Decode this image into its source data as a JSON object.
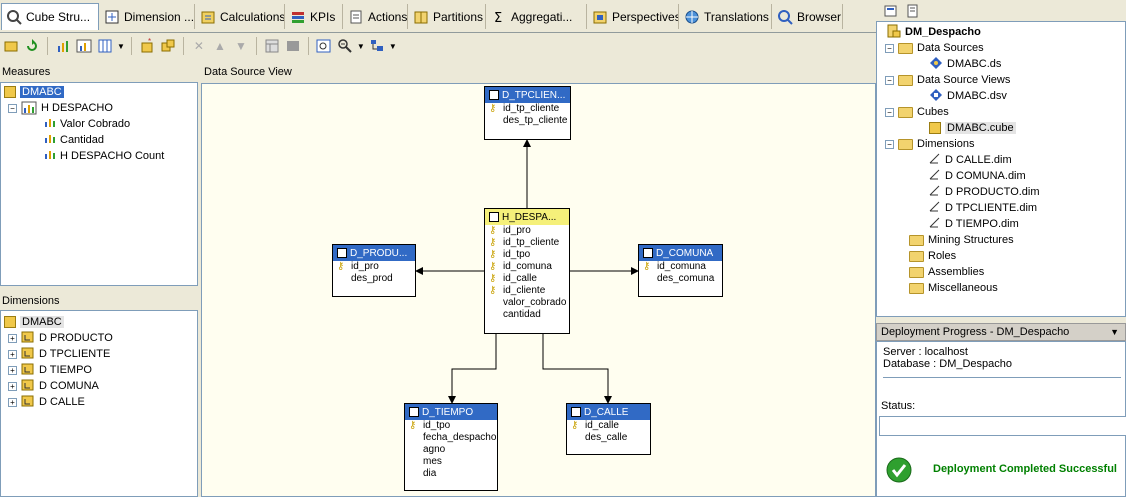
{
  "tabs": [
    {
      "label": "Cube Stru...",
      "icon": "cube-structure-icon"
    },
    {
      "label": "Dimension ...",
      "icon": "dimension-usage-icon"
    },
    {
      "label": "Calculations",
      "icon": "calculations-icon"
    },
    {
      "label": "KPIs",
      "icon": "kpis-icon"
    },
    {
      "label": "Actions",
      "icon": "actions-icon"
    },
    {
      "label": "Partitions",
      "icon": "partitions-icon"
    },
    {
      "label": "Aggregati...",
      "icon": "aggregations-icon"
    },
    {
      "label": "Perspectives",
      "icon": "perspectives-icon"
    },
    {
      "label": "Translations",
      "icon": "translations-icon"
    },
    {
      "label": "Browser",
      "icon": "browser-icon"
    }
  ],
  "measures": {
    "title": "Measures",
    "cube": "DMABC",
    "group": "H DESPACHO",
    "items": [
      "Valor Cobrado",
      "Cantidad",
      "H DESPACHO Count"
    ]
  },
  "dimensions": {
    "title": "Dimensions",
    "cube": "DMABC",
    "items": [
      "D PRODUCTO",
      "D TPCLIENTE",
      "D TIEMPO",
      "D COMUNA",
      "D CALLE"
    ]
  },
  "dsv": {
    "title": "Data Source View",
    "tables": {
      "tpcliente": {
        "name": "D_TPCLIEN...",
        "columns": [
          {
            "name": "id_tp_cliente",
            "key": true
          },
          {
            "name": "des_tp_cliente",
            "key": false
          }
        ]
      },
      "fact": {
        "name": "H_DESPA...",
        "columns": [
          {
            "name": "id_pro",
            "key": true
          },
          {
            "name": "id_tp_cliente",
            "key": true
          },
          {
            "name": "id_tpo",
            "key": true
          },
          {
            "name": "id_comuna",
            "key": true
          },
          {
            "name": "id_calle",
            "key": true
          },
          {
            "name": "id_cliente",
            "key": true
          },
          {
            "name": "valor_cobrado",
            "key": false
          },
          {
            "name": "cantidad",
            "key": false
          }
        ]
      },
      "producto": {
        "name": "D_PRODU...",
        "columns": [
          {
            "name": "id_pro",
            "key": true
          },
          {
            "name": "des_prod",
            "key": false
          }
        ]
      },
      "comuna": {
        "name": "D_COMUNA",
        "columns": [
          {
            "name": "id_comuna",
            "key": true
          },
          {
            "name": "des_comuna",
            "key": false
          }
        ]
      },
      "tiempo": {
        "name": "D_TIEMPO",
        "columns": [
          {
            "name": "id_tpo",
            "key": true
          },
          {
            "name": "fecha_despacho",
            "key": false
          },
          {
            "name": "agno",
            "key": false
          },
          {
            "name": "mes",
            "key": false
          },
          {
            "name": "dia",
            "key": false
          }
        ]
      },
      "calle": {
        "name": "D_CALLE",
        "columns": [
          {
            "name": "id_calle",
            "key": true
          },
          {
            "name": "des_calle",
            "key": false
          }
        ]
      }
    }
  },
  "solution": {
    "project": "DM_Despacho",
    "data_sources": "Data Sources",
    "ds_file": "DMABC.ds",
    "data_source_views": "Data Source Views",
    "dsv_file": "DMABC.dsv",
    "cubes": "Cubes",
    "cube_file": "DMABC.cube",
    "dimensions": "Dimensions",
    "dim_files": [
      "D CALLE.dim",
      "D COMUNA.dim",
      "D PRODUCTO.dim",
      "D TPCLIENTE.dim",
      "D TIEMPO.dim"
    ],
    "other_folders": [
      "Mining Structures",
      "Roles",
      "Assemblies",
      "Miscellaneous"
    ]
  },
  "deployment": {
    "title": "Deployment Progress - DM_Despacho",
    "server_line": "Server :  localhost",
    "database_line": "Database : DM_Despacho",
    "status_label": "Status:",
    "status_message": "Deployment Completed Successful",
    "success_color": "#008000"
  }
}
